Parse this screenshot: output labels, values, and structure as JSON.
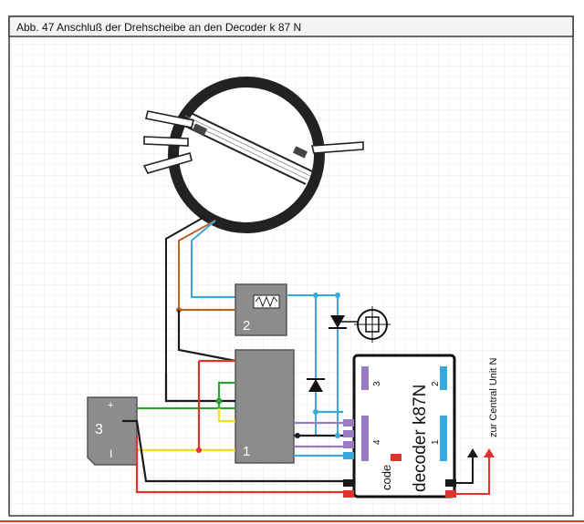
{
  "figure": {
    "caption": "Abb. 47  Anschluß der Drehscheibe an den Decoder k 87 N"
  },
  "components": {
    "box_two_label": "2",
    "box_one_label": "1",
    "connector": {
      "top_mark": "+",
      "number": "3",
      "bottom_mark": "I"
    },
    "decoder": {
      "label_code": "code",
      "label_name": "decoder k87N",
      "port_3": "3",
      "port_2": "2",
      "port_4": "4",
      "port_1": "1"
    },
    "central_unit_label": "zur Central Unit N"
  },
  "colors": {
    "paper": "#ffffff",
    "frame": "#3a3a3a",
    "grid": "#d9d9d9",
    "wire_black": "#1a1a1a",
    "wire_brown": "#b8632a",
    "wire_blue": "#39a9dc",
    "wire_red": "#e5312b",
    "wire_green": "#2fa33a",
    "wire_yellow": "#f1e020",
    "terminal_purple": "#9a7cc4",
    "component_gray": "#8c8c8c"
  }
}
